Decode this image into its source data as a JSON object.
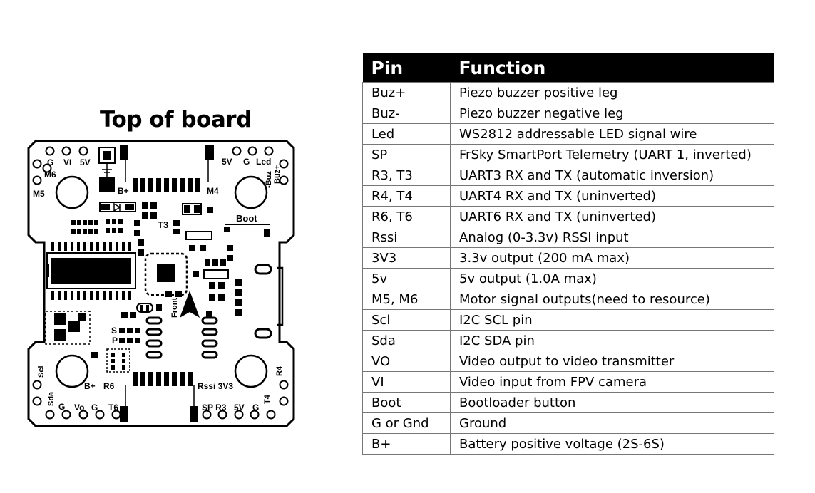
{
  "board": {
    "title": "Top of board",
    "labels": {
      "g_tl": "G",
      "vi": "VI",
      "v5_tl": "5V",
      "v5_tr": "5V",
      "g_tr": "G",
      "led": "Led",
      "m6": "M6",
      "m5": "M5",
      "buzp": "Buz+",
      "buzm": "-Buz",
      "bplus_top": "B+",
      "m4": "M4",
      "boot": "Boot",
      "t3": "T3",
      "front": "Front",
      "s": "S",
      "p": "P",
      "bplus_bot": "B+",
      "r6": "R6",
      "rssi_3v3": "Rssi 3V3",
      "scl": "Scl",
      "sda": "Sda",
      "g_bl": "G",
      "vo": "Vo",
      "g_bl2": "G",
      "t6": "T6",
      "sp_r3": "SP R3",
      "v5_br": "5V",
      "g_br": "G",
      "t4": "T4",
      "r4": "R4"
    }
  },
  "table": {
    "headers": {
      "pin": "Pin",
      "function": "Function"
    },
    "rows": [
      {
        "pin": "Buz+",
        "function": "Piezo buzzer positive leg"
      },
      {
        "pin": "Buz-",
        "function": "Piezo buzzer negative leg"
      },
      {
        "pin": "Led",
        "function": "WS2812 addressable LED signal wire"
      },
      {
        "pin": "SP",
        "function": "FrSky SmartPort Telemetry (UART 1, inverted)"
      },
      {
        "pin": "R3, T3",
        "function": "UART3 RX and TX (automatic inversion)"
      },
      {
        "pin": "R4, T4",
        "function": "UART4 RX and TX (uninverted)"
      },
      {
        "pin": "R6, T6",
        "function": "UART6 RX and TX (uninverted)"
      },
      {
        "pin": "Rssi",
        "function": "Analog (0-3.3v) RSSI input"
      },
      {
        "pin": "3V3",
        "function": "3.3v output (200 mA max)"
      },
      {
        "pin": "5v",
        "function": "5v output (1.0A max)"
      },
      {
        "pin": "M5, M6",
        "function": "Motor signal outputs(need to resource)"
      },
      {
        "pin": "Scl",
        "function": "I2C SCL pin"
      },
      {
        "pin": "Sda",
        "function": "I2C SDA pin"
      },
      {
        "pin": "VO",
        "function": "Video output to video transmitter"
      },
      {
        "pin": "VI",
        "function": "Video input from FPV camera"
      },
      {
        "pin": "Boot",
        "function": "Bootloader button"
      },
      {
        "pin": "G or Gnd",
        "function": "Ground"
      },
      {
        "pin": "B+",
        "function": "Battery positive voltage (2S-6S)"
      }
    ]
  }
}
